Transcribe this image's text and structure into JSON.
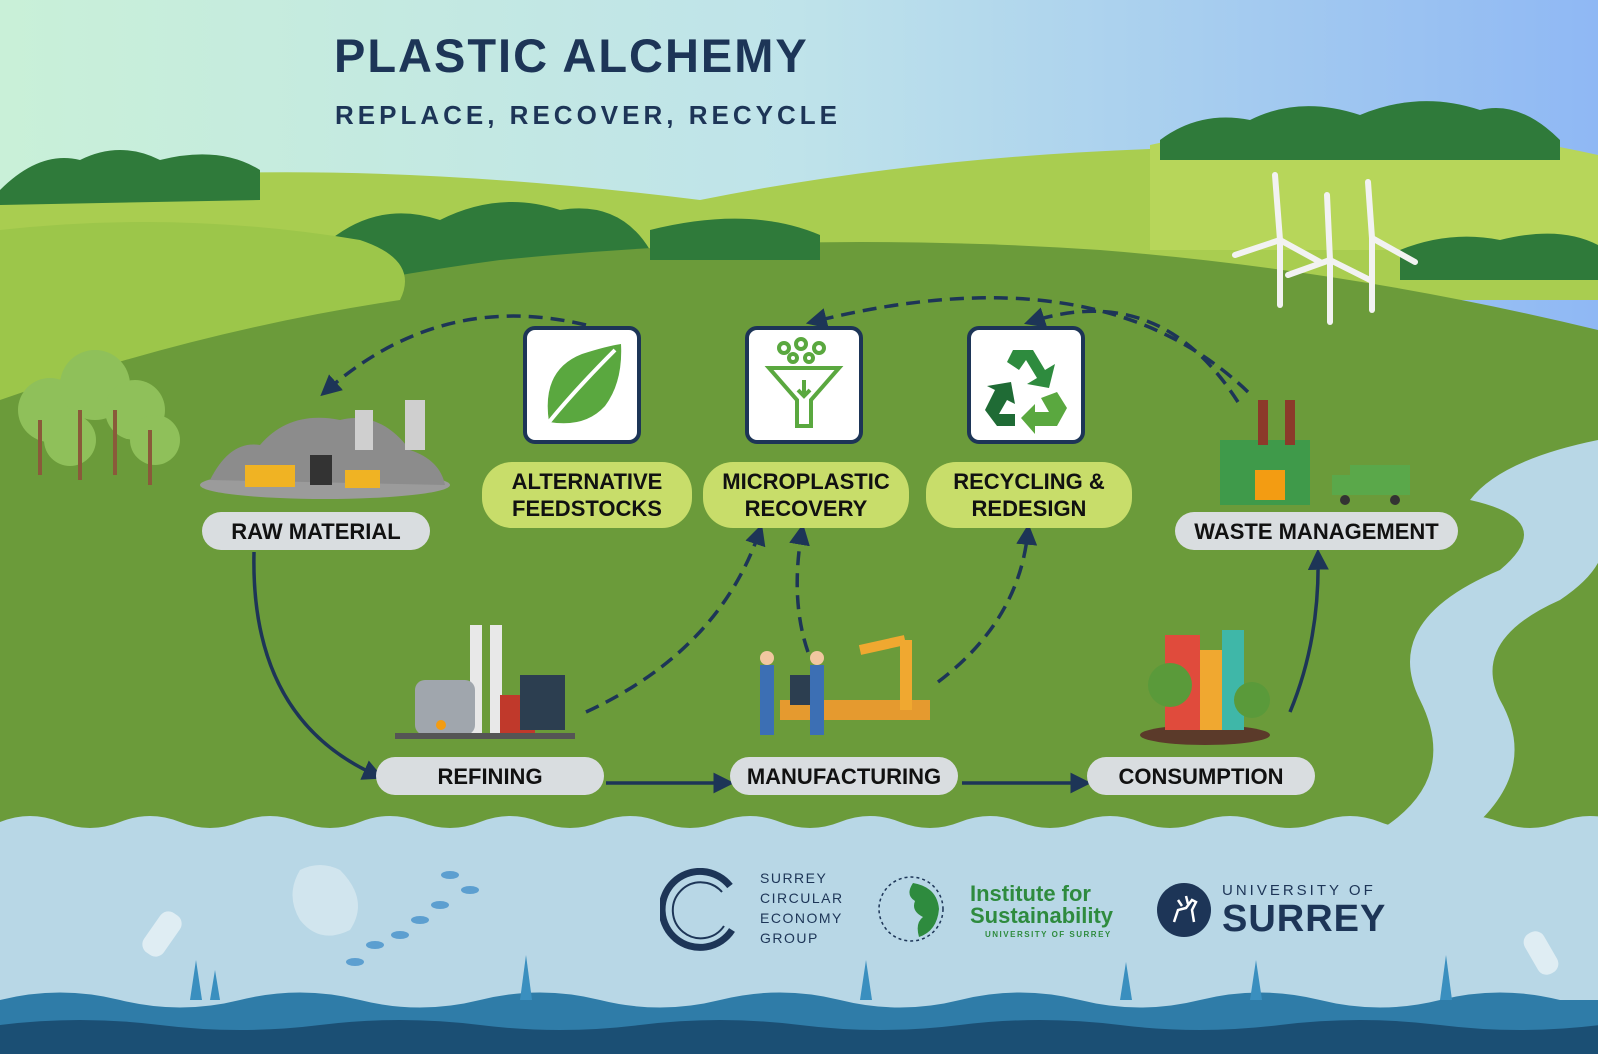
{
  "header": {
    "title": "PLASTIC ALCHEMY",
    "subtitle": "REPLACE, RECOVER, RECYCLE"
  },
  "stages": {
    "raw_material": "RAW MATERIAL",
    "refining": "REFINING",
    "manufacturing": "MANUFACTURING",
    "consumption": "CONSUMPTION",
    "waste_management": "WASTE MANAGEMENT"
  },
  "interventions": {
    "alternative_feedstocks": "ALTERNATIVE\nFEEDSTOCKS",
    "microplastic_recovery": "MICROPLASTIC\nRECOVERY",
    "recycling_redesign": "RECYCLING &\nREDESIGN"
  },
  "icons": {
    "alternative_feedstocks": "leaf-icon",
    "microplastic_recovery": "funnel-filter-icon",
    "recycling_redesign": "recycle-icon"
  },
  "logos": {
    "scecg": "SURREY\nCIRCULAR\nECONOMY\nGROUP",
    "ifs_line1": "Institute for",
    "ifs_line2": "Sustainability",
    "ifs_line3": "UNIVERSITY OF SURREY",
    "uos_line1": "UNIVERSITY OF",
    "uos_line2": "SURREY"
  },
  "colors": {
    "navy": "#1d3557",
    "lime": "#c8dd6a",
    "grass": "#6b9b3a",
    "water": "#b8d7e6"
  }
}
